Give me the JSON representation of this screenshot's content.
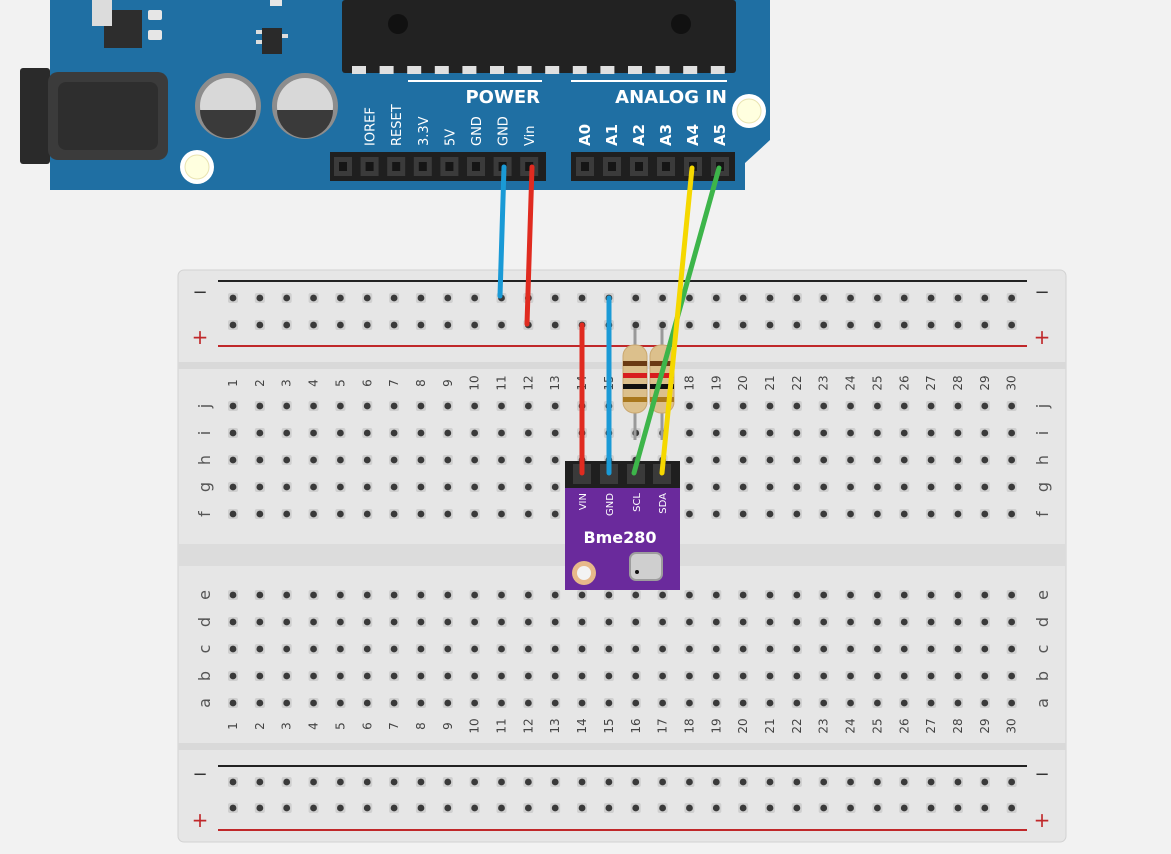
{
  "arduino": {
    "power_title": "POWER",
    "analog_title": "ANALOG IN",
    "power_pins": [
      "IOREF",
      "RESET",
      "3.3V",
      "5V",
      "GND",
      "GND",
      "Vin"
    ],
    "analog_pins": [
      "A0",
      "A1",
      "A2",
      "A3",
      "A4",
      "A5"
    ]
  },
  "breadboard": {
    "columns": 30,
    "top_row_letters": [
      "j",
      "i",
      "h",
      "g",
      "f"
    ],
    "bottom_row_letters": [
      "e",
      "d",
      "c",
      "b",
      "a"
    ],
    "rail_minus": "−",
    "rail_plus": "+"
  },
  "sensor": {
    "name": "Bme280",
    "pins": [
      "VIN",
      "GND",
      "SCL",
      "SDA"
    ]
  },
  "wires": [
    {
      "from": "GND",
      "to": "ground-rail",
      "color": "#1a9ad6"
    },
    {
      "from": "Vin",
      "to": "power-rail",
      "color": "#e02b20"
    },
    {
      "from": "A4",
      "to": "SDA",
      "color": "#f5d800"
    },
    {
      "from": "A5",
      "to": "SCL",
      "color": "#3db54a"
    },
    {
      "from": "power-rail",
      "to": "VIN",
      "color": "#e02b20"
    },
    {
      "from": "ground-rail",
      "to": "GND",
      "color": "#1a9ad6"
    }
  ],
  "colors": {
    "arduino_board": "#1f6fa3",
    "sensor_board": "#6a2a9c",
    "breadboard": "#e5e5e5"
  }
}
